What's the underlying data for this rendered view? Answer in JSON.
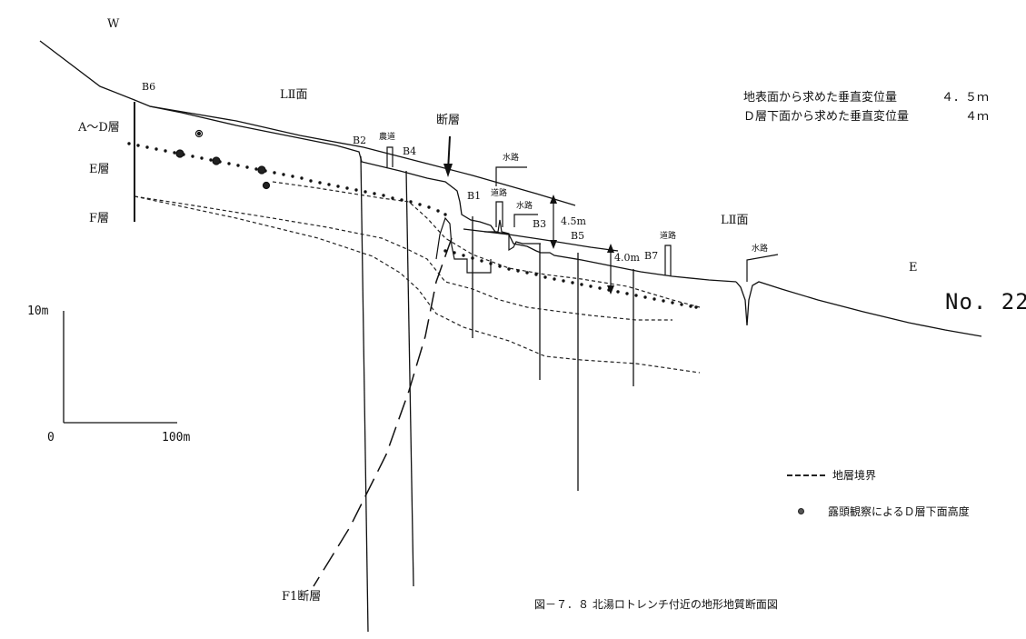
{
  "orientation": {
    "west": "W",
    "east": "E"
  },
  "figure_number": "No. 22",
  "caption": "図－７．８ 北湯ロトレンチ付近の地形地質断面図",
  "surfaces": {
    "l2_west": "LⅡ面",
    "l2_east": "LⅡ面"
  },
  "layers": {
    "ad": "A～D層",
    "e": "E層",
    "f": "F層"
  },
  "boreholes": [
    "B6",
    "B2",
    "B4",
    "B1",
    "B3",
    "B5",
    "B7"
  ],
  "features": {
    "fault": "断層",
    "f1_fault": "F1断層",
    "farm_road": "農道",
    "waterway_1": "水路",
    "road_1": "道路",
    "waterway_2": "水路",
    "road_2": "道路",
    "waterway_3": "水路"
  },
  "displacement_marks": {
    "upper": "4.5m",
    "lower": "4.0m"
  },
  "notes": [
    {
      "text": "地表面から求めた垂直変位量",
      "value": "４．５ｍ"
    },
    {
      "text": "Ｄ層下面から求めた垂直変位量",
      "value": "４ｍ"
    }
  ],
  "scale": {
    "vertical": "10m",
    "origin": "0",
    "horizontal": "100m"
  },
  "legend": {
    "boundary": "地層境界",
    "outcrop": "露頭観察によるＤ層下面高度"
  }
}
